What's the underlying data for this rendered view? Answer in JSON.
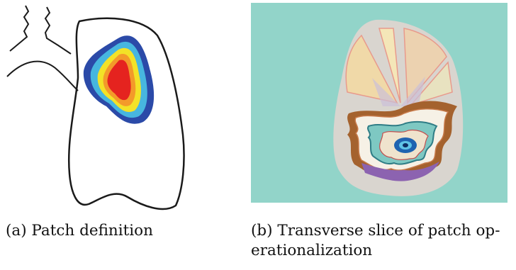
{
  "figure": {
    "panels": [
      {
        "id": "a",
        "caption": "(a) Patch definition"
      },
      {
        "id": "b",
        "caption_line1": "(b) Transverse slice of patch op-",
        "caption_line2": "erationalization"
      }
    ]
  },
  "colors": {
    "outline": "#1a1a1a",
    "patch_blue": "#2b4aa8",
    "patch_cyan": "#47b6df",
    "patch_yellow": "#f3e227",
    "patch_orange": "#f39a2a",
    "patch_red": "#e5231f",
    "slice_bg": "#92d4c9"
  }
}
